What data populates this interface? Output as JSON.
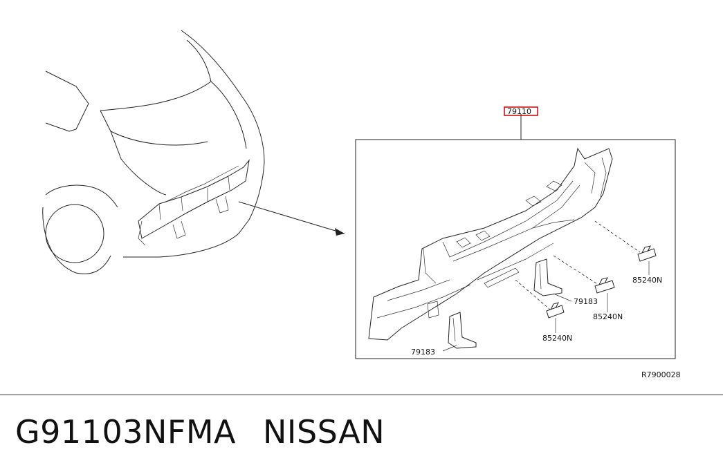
{
  "diagram": {
    "main_part_label": "79110",
    "bracket_labels": [
      "79183",
      "79183"
    ],
    "clip_labels": [
      "85240N",
      "85240N",
      "85240N"
    ],
    "figure_code": "R7900028"
  },
  "footer": {
    "part_number": "G91103NFMA",
    "brand": "NISSAN"
  },
  "colors": {
    "highlight": "#cc0000",
    "line": "#222222"
  }
}
